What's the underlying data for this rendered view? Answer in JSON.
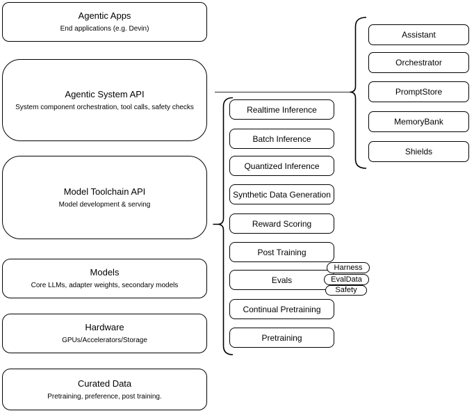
{
  "colors": {
    "background": "#ffffff",
    "node_border": "#000000",
    "node_fill": "#ffffff",
    "text": "#000000",
    "connector": "#4d4d4d"
  },
  "diagram": {
    "stack": {
      "nodes": [
        {
          "title": "Agentic Apps",
          "subtitle": "End applications (e.g. Devin)"
        },
        {
          "title": "Agentic System API",
          "subtitle": "System component orchestration, tool calls, safety checks"
        },
        {
          "title": "Model Toolchain API",
          "subtitle": "Model development & serving"
        },
        {
          "title": "Models",
          "subtitle": "Core LLMs, adapter weights, secondary models"
        },
        {
          "title": "Hardware",
          "subtitle": "GPUs/Accelerators/Storage"
        },
        {
          "title": "Curated Data",
          "subtitle": "Pretraining, preference, post training."
        }
      ]
    },
    "toolchain_services": {
      "nodes": [
        {
          "label": "Realtime Inference"
        },
        {
          "label": "Batch Inference"
        },
        {
          "label": "Quantized Inference"
        },
        {
          "label": "Synthetic Data Generation"
        },
        {
          "label": "Reward Scoring"
        },
        {
          "label": "Post Training"
        },
        {
          "label": "Evals"
        },
        {
          "label": "Continual Pretraining"
        },
        {
          "label": "Pretraining"
        }
      ]
    },
    "eval_tags": {
      "items": [
        {
          "label": "Harness"
        },
        {
          "label": "EvalData"
        },
        {
          "label": "Safety"
        }
      ]
    },
    "system_components": {
      "nodes": [
        {
          "label": "Assistant"
        },
        {
          "label": "Orchestrator"
        },
        {
          "label": "PromptStore"
        },
        {
          "label": "MemoryBank"
        },
        {
          "label": "Shields"
        }
      ]
    }
  }
}
